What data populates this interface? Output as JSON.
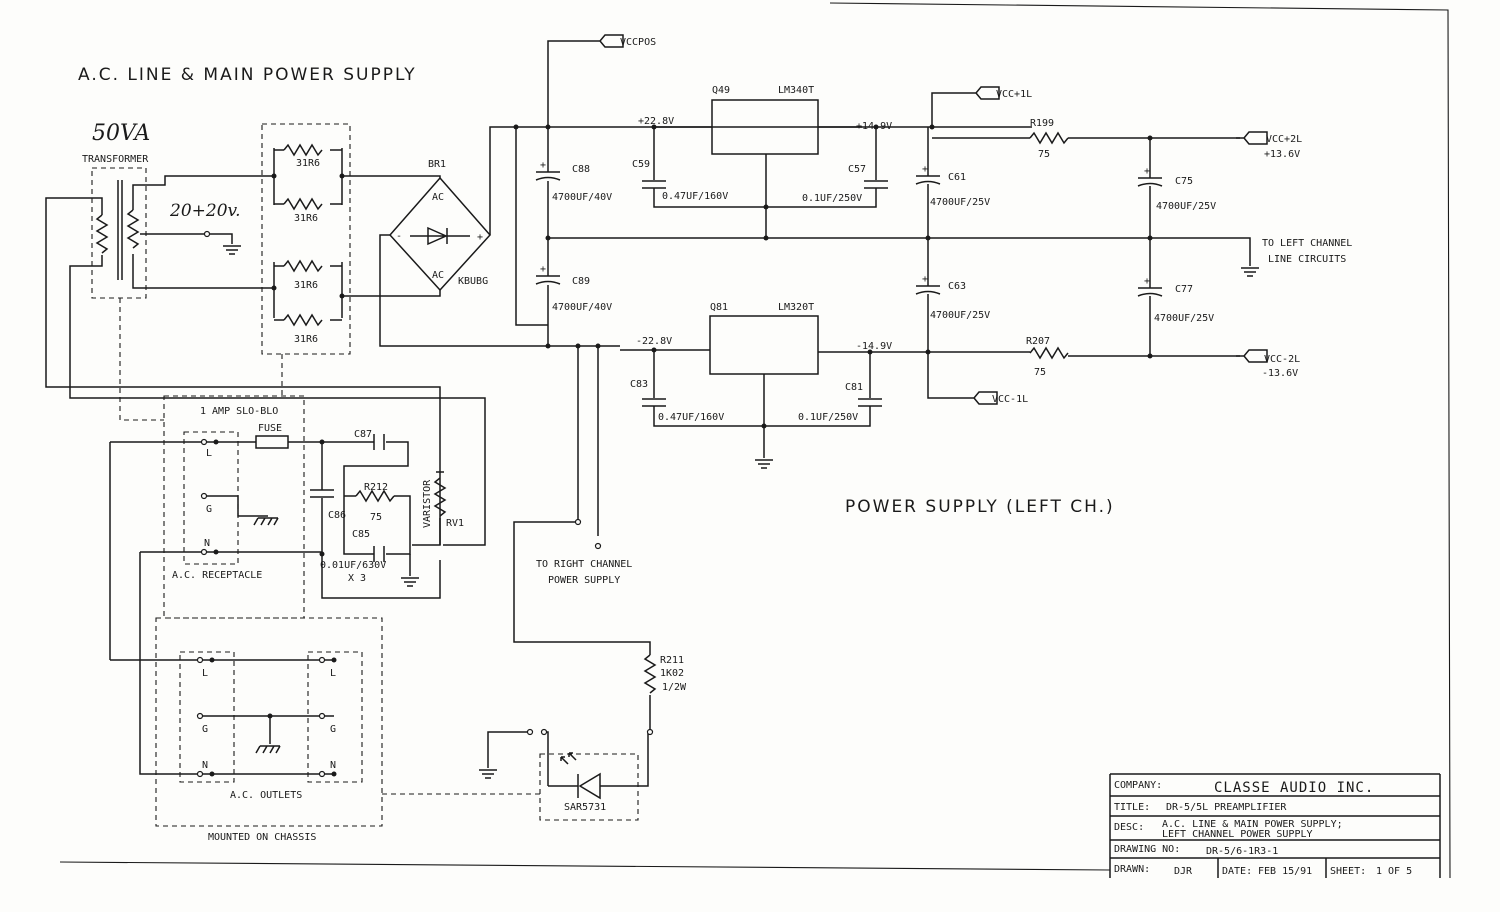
{
  "titles": {
    "ac_line": "A.C. LINE & MAIN POWER SUPPLY",
    "power_supply": "POWER SUPPLY (LEFT CH.)",
    "handwritten_va": "50VA",
    "handwritten_secondary": "20+20v."
  },
  "labels": {
    "transformer": "TRANSFORMER",
    "r31_a": "31R6",
    "r31_b": "31R6",
    "r31_c": "31R6",
    "r31_d": "31R6",
    "br1": "BR1",
    "ac_top": "AC",
    "ac_bot": "AC",
    "kbubg": "KBUBG",
    "minus": "-",
    "plus": "+",
    "vccpos": "VCCPOS",
    "q49": "Q49",
    "lm340t": "LM340T",
    "q81": "Q81",
    "lm320t": "LM320T",
    "v_p228": "+22.8V",
    "v_n228": "-22.8V",
    "v_p149": "+14.9V",
    "v_n149": "-14.9V",
    "c88": "C88",
    "c88_val": "4700UF/40V",
    "c89": "C89",
    "c89_val": "4700UF/40V",
    "c59": "C59",
    "c59_val": "0.47UF/160V",
    "c57": "C57",
    "c57_val": "0.1UF/250V",
    "c61": "C61",
    "c61_val": "4700UF/25V",
    "c63": "C63",
    "c63_val": "4700UF/25V",
    "c75": "C75",
    "c75_val": "4700UF/25V",
    "c77": "C77",
    "c77_val": "4700UF/25V",
    "c83": "C83",
    "c83_val": "0.47UF/160V",
    "c81": "C81",
    "c81_val": "0.1UF/250V",
    "r199": "R199",
    "r199_val": "75",
    "r207": "R207",
    "r207_val": "75",
    "vcc1l": "VCC+1L",
    "vcc2l": "VCC+2L",
    "vcc2l_v": "+13.6V",
    "vccm2l": "VCC-2L",
    "vccm2l_v": "-13.6V",
    "vccm1l": "VCC-1L",
    "to_left_1": "TO LEFT CHANNEL",
    "to_left_2": "LINE CIRCUITS",
    "amp_fuse": "1 AMP SLO-BLO",
    "fuse": "FUSE",
    "c87": "C87",
    "r212": "R212",
    "r212_val": "75",
    "c86": "C86",
    "c85": "C85",
    "c85_val": "0.01UF/630V",
    "x3": "X 3",
    "varistor": "VARISTOR",
    "rv1": "RV1",
    "L": "L",
    "G": "G",
    "N": "N",
    "ac_receptacle": "A.C. RECEPTACLE",
    "to_right_1": "TO RIGHT CHANNEL",
    "to_right_2": "POWER SUPPLY",
    "r211": "R211",
    "r211_val": "1K02",
    "r211_w": "1/2W",
    "sar": "SAR5731",
    "ac_outlets": "A.C. OUTLETS",
    "mounted": "MOUNTED ON CHASSIS"
  },
  "title_block": {
    "company_label": "COMPANY:",
    "company": "CLASSE AUDIO INC.",
    "title_label": "TITLE:",
    "title": "DR-5/5L PREAMPLIFIER",
    "desc_label": "DESC:",
    "desc_1": "A.C. LINE & MAIN POWER SUPPLY;",
    "desc_2": "LEFT CHANNEL POWER SUPPLY",
    "drawing_label": "DRAWING NO:",
    "drawing": "DR-5/6-1R3-1",
    "drawn_label": "DRAWN:",
    "drawn": "DJR",
    "date_label": "DATE:",
    "date": "FEB 15/91",
    "sheet_label": "SHEET:",
    "sheet": "1 OF 5"
  }
}
